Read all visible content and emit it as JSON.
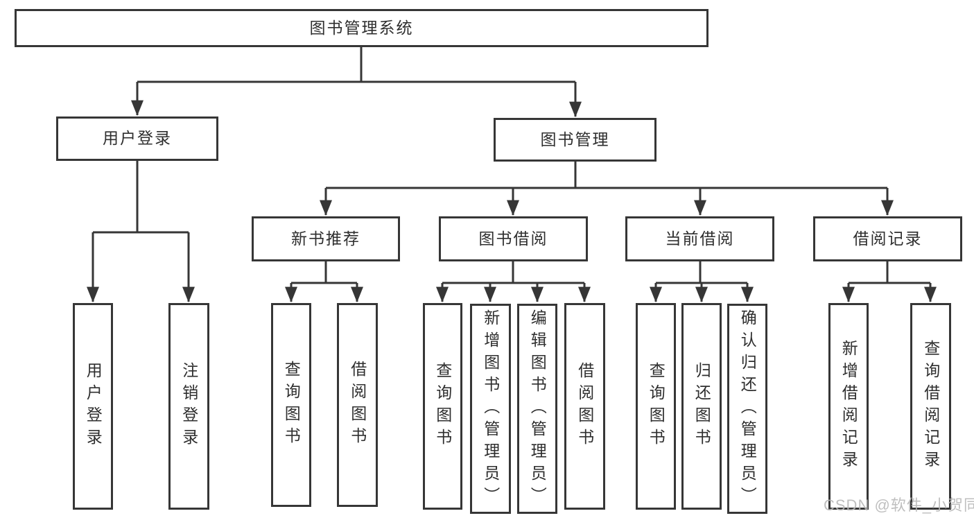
{
  "root": {
    "label": "图书管理系统"
  },
  "branches": [
    {
      "label": "用户登录",
      "children": [
        {
          "label": "用户登录"
        },
        {
          "label": "注销登录"
        }
      ]
    },
    {
      "label": "图书管理",
      "children": [
        {
          "label": "新书推荐",
          "children": [
            {
              "label": "查询图书"
            },
            {
              "label": "借阅图书"
            }
          ]
        },
        {
          "label": "图书借阅",
          "children": [
            {
              "label": "查询图书"
            },
            {
              "label": "新增图书（管理员）"
            },
            {
              "label": "编辑图书（管理员）"
            },
            {
              "label": "借阅图书"
            }
          ]
        },
        {
          "label": "当前借阅",
          "children": [
            {
              "label": "查询图书"
            },
            {
              "label": "归还图书"
            },
            {
              "label": "确认归还（管理员）"
            }
          ]
        },
        {
          "label": "借阅记录",
          "children": [
            {
              "label": "新增借阅记录"
            },
            {
              "label": "查询借阅记录"
            }
          ]
        }
      ]
    }
  ],
  "watermark": "CSDN @软件_小贺同学",
  "colors": {
    "line": "#363636",
    "box_border": "#363636",
    "text": "#2e2e2e",
    "background": "#ffffff",
    "watermark": "#b8b8b8"
  }
}
